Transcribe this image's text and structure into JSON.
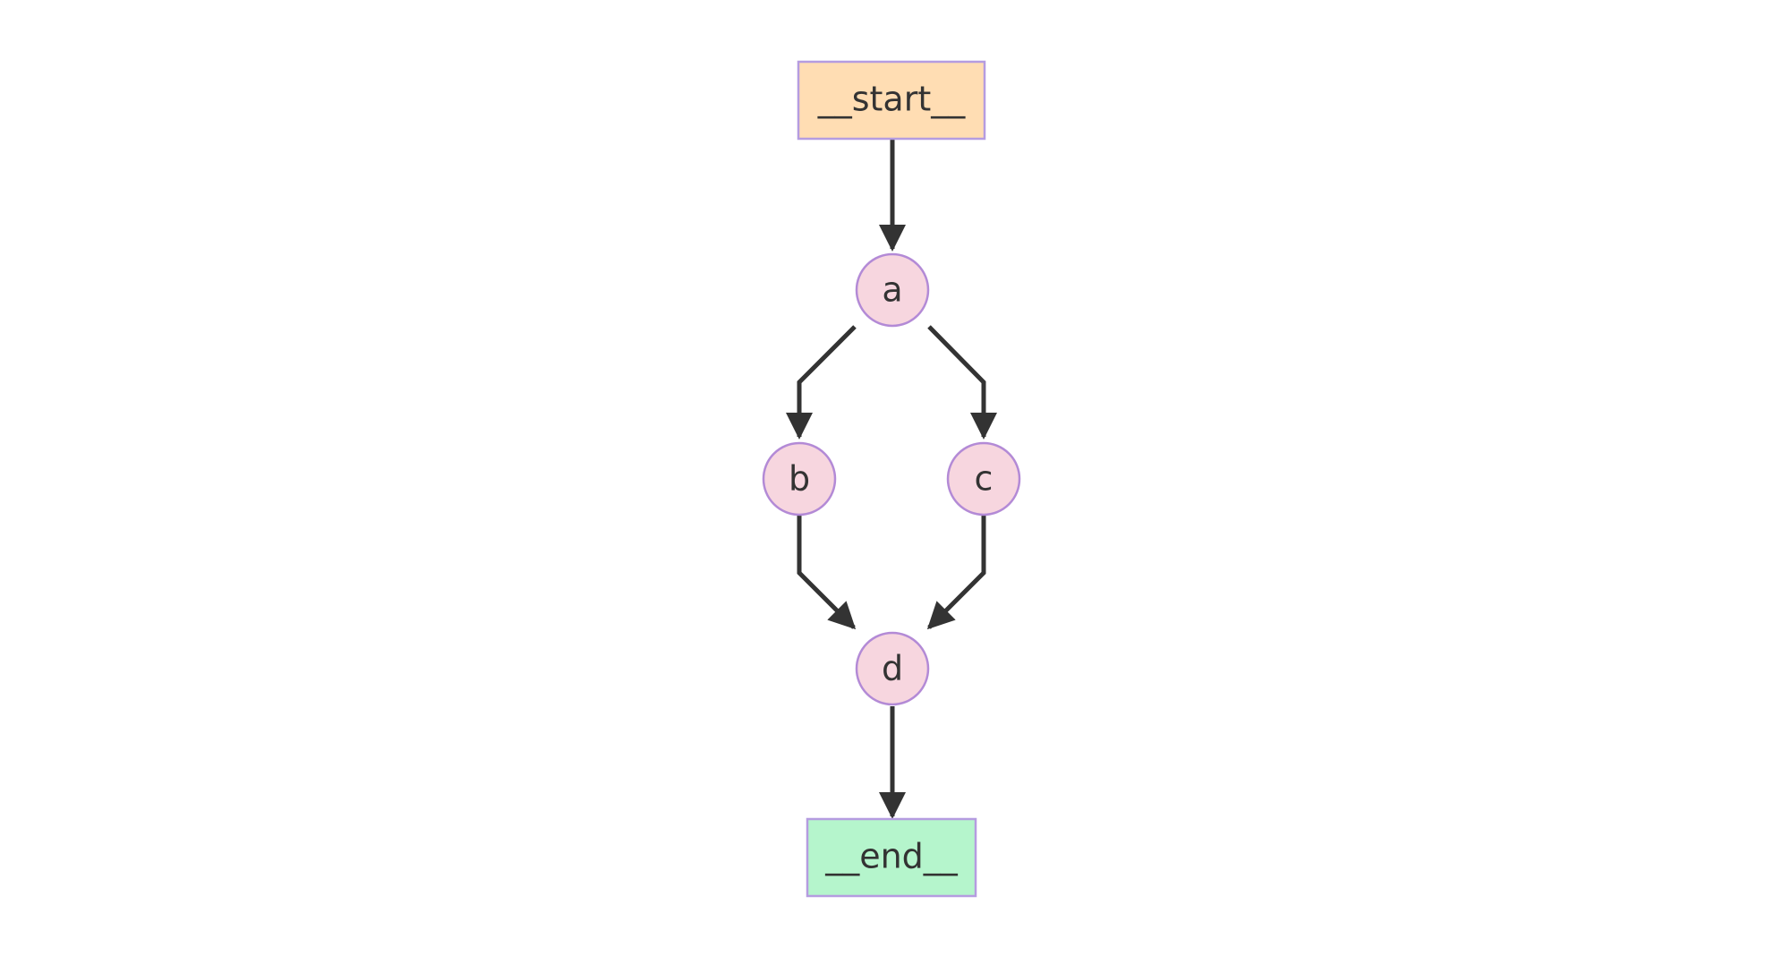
{
  "diagram": {
    "nodes": [
      {
        "id": "start",
        "label": "__start__",
        "shape": "rect",
        "fill": "#ffddb3"
      },
      {
        "id": "a",
        "label": "a",
        "shape": "circle",
        "fill": "#f7d6df"
      },
      {
        "id": "b",
        "label": "b",
        "shape": "circle",
        "fill": "#f7d6df"
      },
      {
        "id": "c",
        "label": "c",
        "shape": "circle",
        "fill": "#f7d6df"
      },
      {
        "id": "d",
        "label": "d",
        "shape": "circle",
        "fill": "#f7d6df"
      },
      {
        "id": "end",
        "label": "__end__",
        "shape": "rect",
        "fill": "#b5f5cc"
      }
    ],
    "edges": [
      {
        "from": "start",
        "to": "a"
      },
      {
        "from": "a",
        "to": "b"
      },
      {
        "from": "a",
        "to": "c"
      },
      {
        "from": "b",
        "to": "d"
      },
      {
        "from": "c",
        "to": "d"
      },
      {
        "from": "d",
        "to": "end"
      }
    ],
    "colors": {
      "edge": "#333333",
      "node_stroke": "#b38ad6"
    }
  }
}
